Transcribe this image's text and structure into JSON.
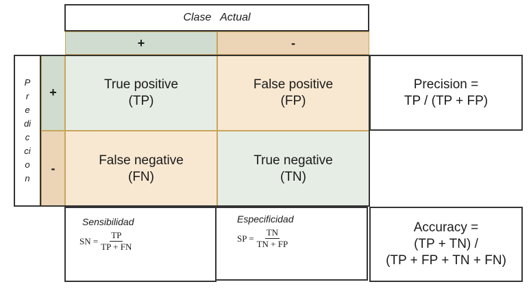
{
  "header": {
    "actual_label": "Clase   Actual",
    "plus": "+",
    "minus": "-"
  },
  "side": {
    "predicted_label": "Predicción",
    "letters": [
      "P",
      "r",
      "e",
      "di",
      "c",
      "ci",
      "o",
      "n"
    ],
    "plus": "+",
    "minus": "-"
  },
  "cells": {
    "tp": {
      "line1": "True positive",
      "line2": "(TP)"
    },
    "fp": {
      "line1": "False positive",
      "line2": "(FP)"
    },
    "fn": {
      "line1": "False negative",
      "line2": "(FN)"
    },
    "tn": {
      "line1": "True negative",
      "line2": "(TN)"
    }
  },
  "precision": {
    "line1": "Precision =",
    "line2": "TP / (TP + FP)"
  },
  "accuracy": {
    "line1": "Accuracy =",
    "line2": "(TP + TN) /",
    "line3": "(TP + FP + TN + FN)"
  },
  "sensitivity": {
    "title": "Sensibilidad",
    "lhs": "SN =",
    "num": "TP",
    "den": "TP + FN"
  },
  "specificity": {
    "title": "Especificidad",
    "lhs": "SP =",
    "num": "TN",
    "den": "TN + FP"
  }
}
